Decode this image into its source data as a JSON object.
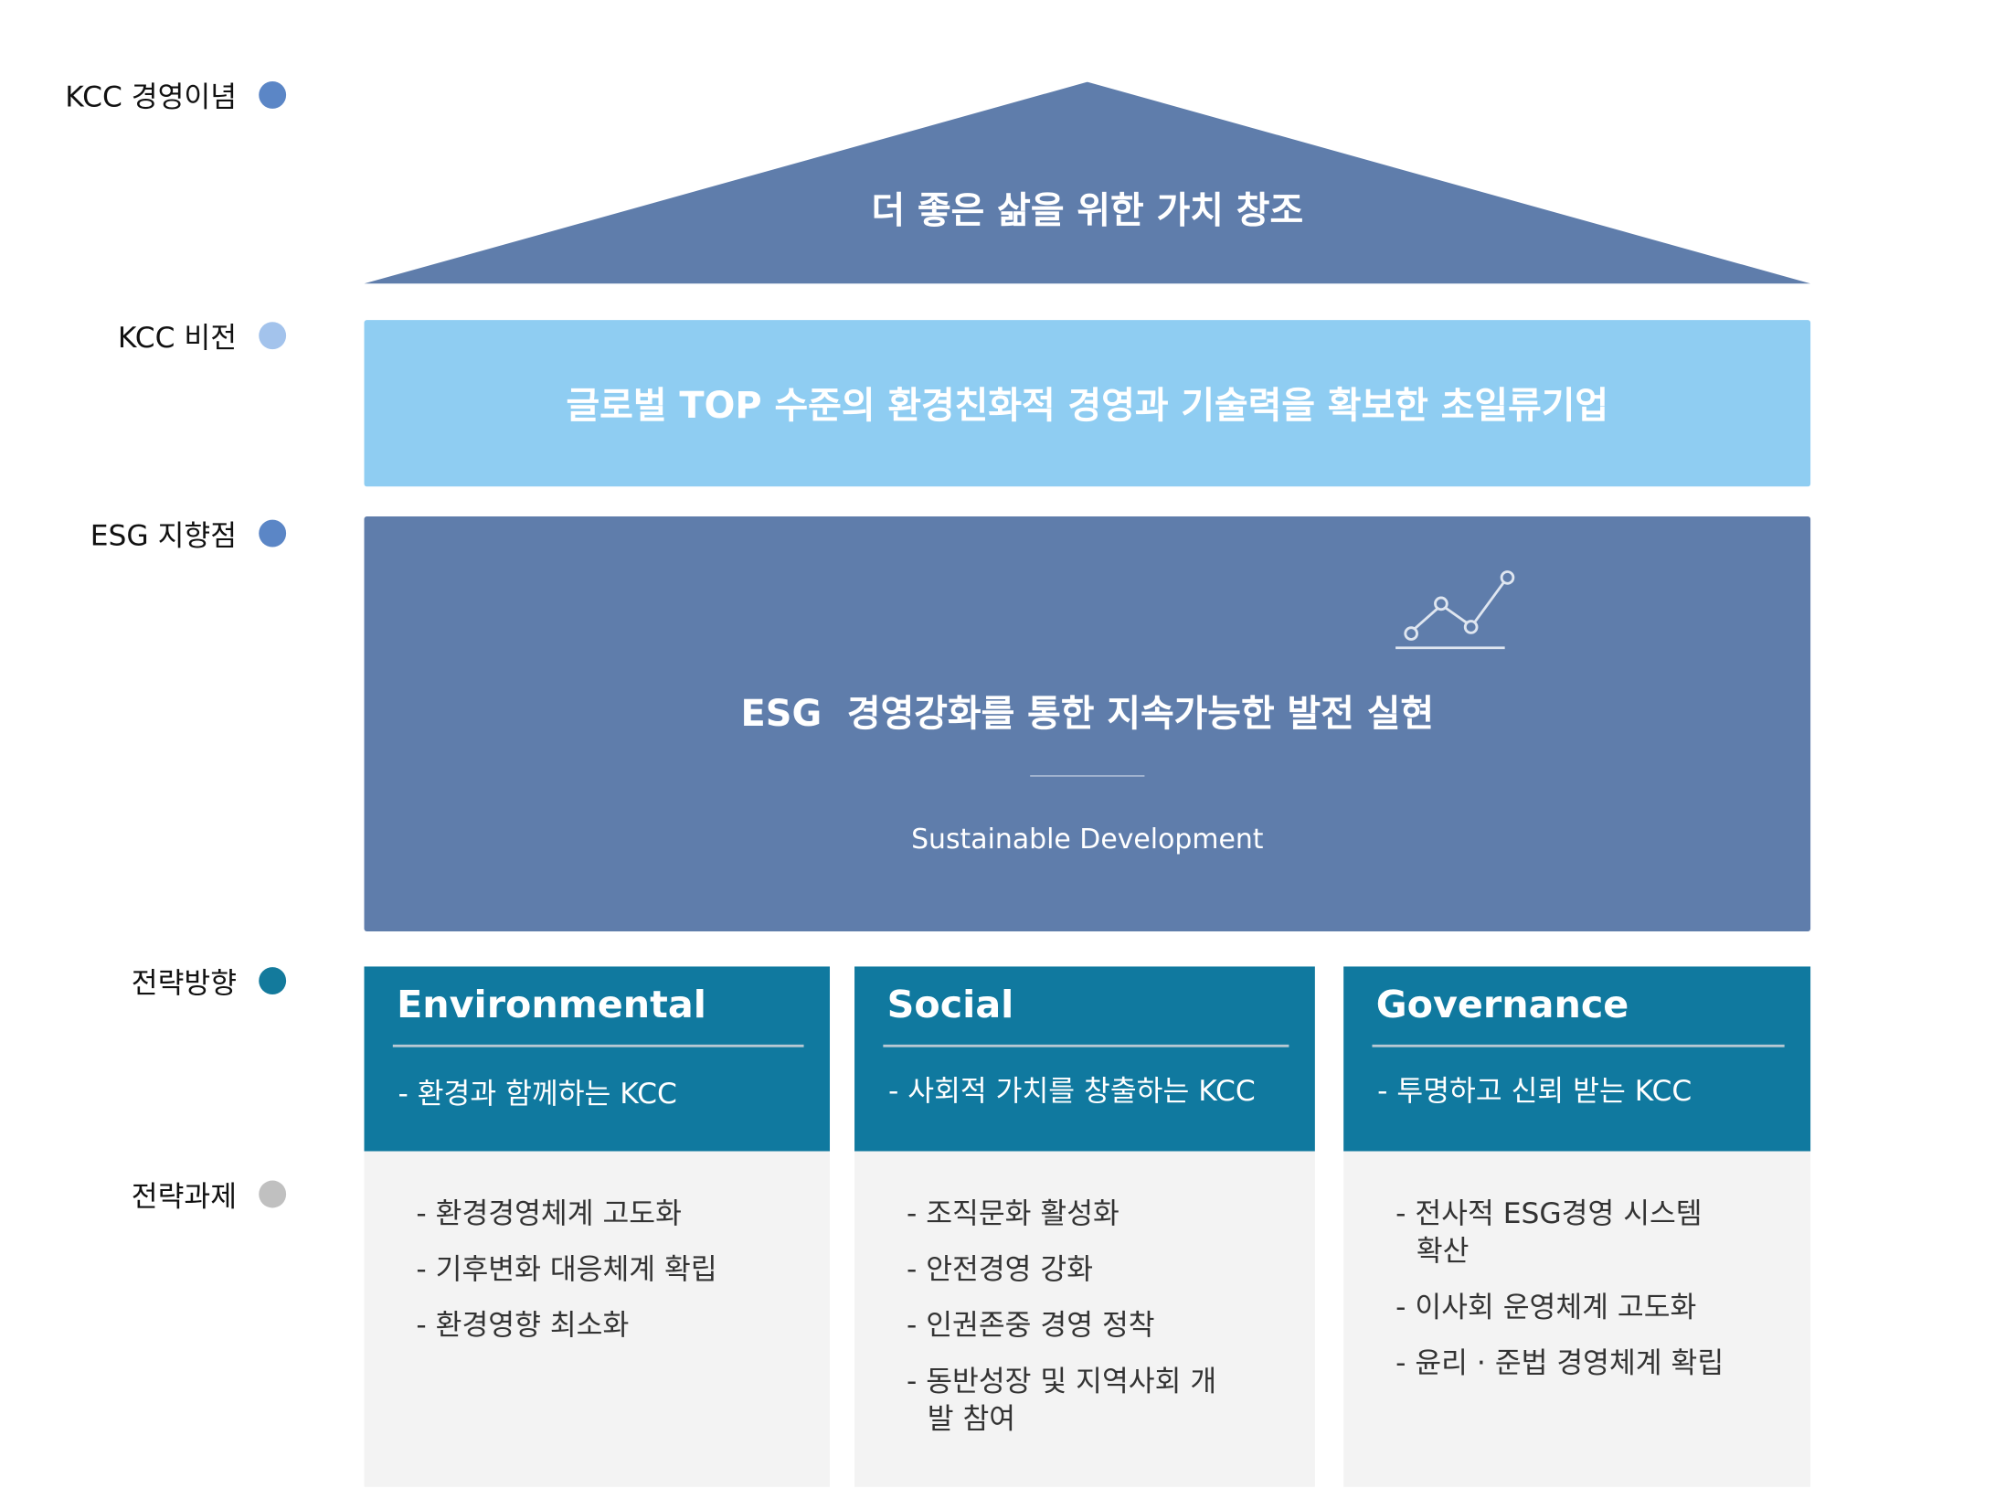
{
  "side_labels": [
    {
      "label": "KCC 경영이념",
      "color": "#5b86c6"
    },
    {
      "label": "KCC 비전",
      "color": "#a3c3ec"
    },
    {
      "label": "ESG 지향점",
      "color": "#5b86c6"
    },
    {
      "label": "전략방향",
      "color": "#137a9c"
    },
    {
      "label": "전략과제",
      "color": "#c0c0c0"
    }
  ],
  "philosophy": "더 좋은 삶을 위한 가치 창조",
  "vision": "글로벌 TOP 수준의 환경친화적 경영과 기술력을 확보한 초일류기업",
  "esg": {
    "title": "ESG  경영강화를 통한 지속가능한 발전 실현",
    "subtitle": "Sustainable Development",
    "icon": "line-chart-icon"
  },
  "columns": [
    {
      "title": "Environmental",
      "subtitle": "- 환경과 함께하는 KCC",
      "tasks": [
        "- 환경경영체계 고도화",
        "- 기후변화 대응체계 확립",
        "- 환경영향 최소화"
      ]
    },
    {
      "title": "Social",
      "subtitle": "- 사회적 가치를 창출하는 KCC",
      "tasks": [
        "- 조직문화 활성화",
        "- 안전경영 강화",
        "- 인권존중 경영 정착",
        "- 동반성장 및 지역사회 개발 참여"
      ]
    },
    {
      "title": "Governance",
      "subtitle": "- 투명하고 신뢰 받는 KCC",
      "tasks": [
        "- 전사적 ESG경영 시스템 확산",
        "- 이사회 운영체계 고도화",
        "- 윤리 · 준법 경영체계 확립"
      ]
    }
  ]
}
